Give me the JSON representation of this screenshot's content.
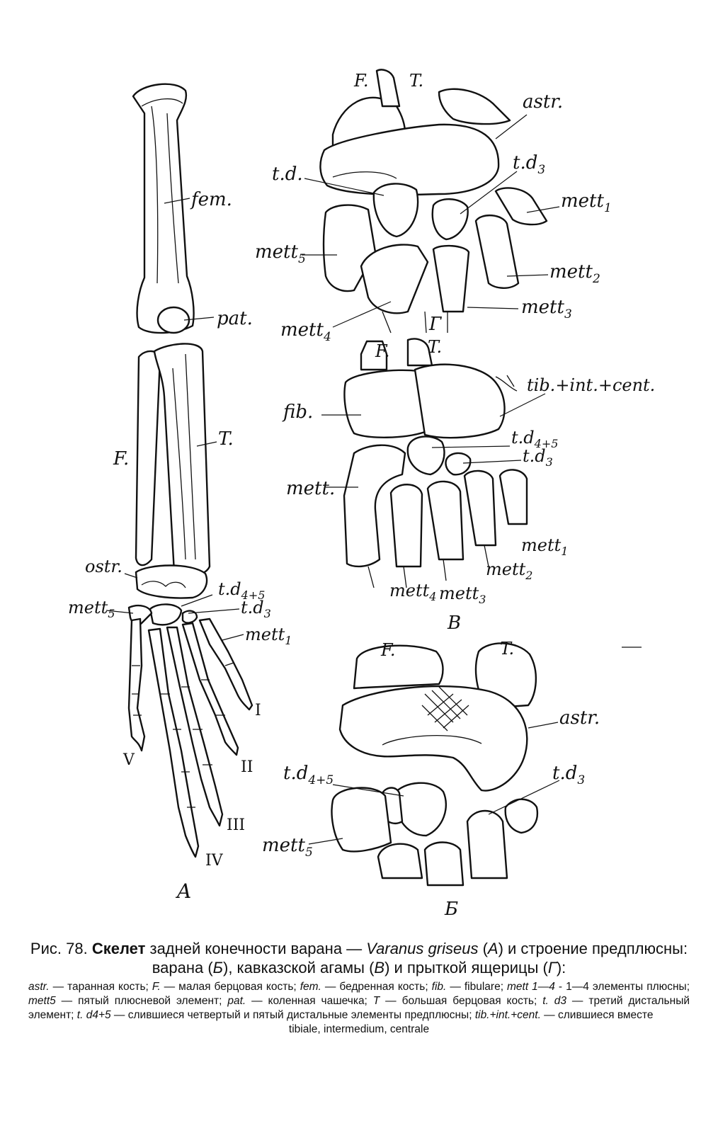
{
  "figure": {
    "panels": {
      "A": "A",
      "B": "Б",
      "V": "В",
      "G": "Г"
    },
    "labels_A": {
      "fem": "fem.",
      "pat": "pat.",
      "T": "T.",
      "F": "F.",
      "ostr": "ostr.",
      "td45": "t.d",
      "td45_sub": "4+5",
      "mett5": "mett",
      "mett5_sub": "5",
      "td3": "t.d",
      "td3_sub": "3",
      "mett1": "mett",
      "mett1_sub": "1",
      "digits": [
        "I",
        "II",
        "III",
        "IV",
        "V"
      ]
    },
    "labels_G": {
      "F": "F.",
      "T": "T.",
      "astr": "astr.",
      "td": "t.d.",
      "td3": "t.d",
      "td3_sub": "3",
      "mett1": "mett",
      "mett1_sub": "1",
      "mett5": "mett",
      "mett5_sub": "5",
      "mett2": "mett",
      "mett2_sub": "2",
      "mett3": "mett",
      "mett3_sub": "3",
      "mett4": "mett",
      "mett4_sub": "4"
    },
    "labels_V": {
      "F": "F.",
      "T": "T.",
      "tib": "tib.+int.+cent.",
      "fib": "fib.",
      "td45": "t.d",
      "td45_sub": "4+5",
      "td3": "t.d",
      "td3_sub": "3",
      "mett": "mett.",
      "mett1": "mett",
      "mett1_sub": "1",
      "mett2": "mett",
      "mett2_sub": "2",
      "mett4": "mett",
      "mett4_sub": "4",
      "mett3": "mett",
      "mett3_sub": "3"
    },
    "labels_B": {
      "F": "F.",
      "T": "T.",
      "astr": "astr.",
      "td45": "t.d",
      "td45_sub": "4+5",
      "td3": "t.d",
      "td3_sub": "3",
      "mett5": "mett",
      "mett5_sub": "5"
    }
  },
  "caption": {
    "fig_no": "Рис. 78.",
    "title_bold": "Скелет",
    "title_rest": " задней конечности варана — ",
    "species": "Varanus griseus",
    "text_after_species": " (",
    "panel_a": "А",
    "text_mid": ") и строение предплюсны: варана (",
    "panel_b": "Б",
    "text_mid2": "), кавказской агамы (",
    "panel_v": "В",
    "text_mid3": ") и прыткой ящерицы (",
    "panel_g": "Г",
    "text_end": "):"
  },
  "legend": [
    {
      "term": "astr.",
      "def": " — таранная кость; "
    },
    {
      "term": "F.",
      "def": " — малая берцовая кость; "
    },
    {
      "term": "fem.",
      "def": " — бедренная кость; "
    },
    {
      "term": "fib.",
      "def": " — fibulare; "
    },
    {
      "term": "mett 1—4",
      "def": " - 1—4 элементы плюсны; "
    },
    {
      "term": "mett5",
      "def": " — пятый плюсневой элемент; "
    },
    {
      "term": "pat.",
      "def": " — коленная чашечка; "
    },
    {
      "term": "T",
      "def": " — большая берцовая кость; "
    },
    {
      "term": "t. d3",
      "def": " — третий дистальный элемент; "
    },
    {
      "term": "t. d4+5",
      "def": " — слившиеся четвертый и пятый дистальные элементы предплюсны; "
    },
    {
      "term": "tib.+int.+cent.",
      "def": " — слившиеся вместе"
    }
  ],
  "legend_last": "tibiale, intermedium, centrale"
}
